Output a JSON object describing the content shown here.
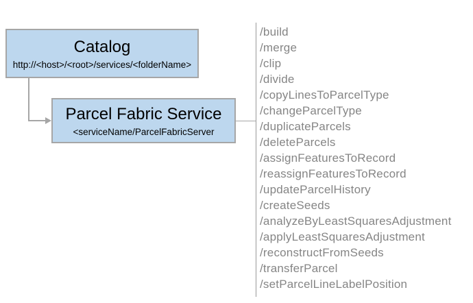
{
  "catalog_node": {
    "title": "Catalog",
    "subtitle": "http://<host>/<root>/services/<folderName>"
  },
  "service_node": {
    "title": "Parcel Fabric Service",
    "subtitle": "<serviceName/ParcelFabricServer"
  },
  "operations": [
    "/build",
    "/merge",
    "/clip",
    "/divide",
    "/copyLinesToParcelType",
    "/changeParcelType",
    "/duplicateParcels",
    "/deleteParcels",
    "/assignFeaturesToRecord",
    "/reassignFeaturesToRecord",
    "/updateParcelHistory",
    "/createSeeds",
    "/analyzeByLeastSquaresAdjustment",
    "/applyLeastSquaresAdjustment",
    "/reconstructFromSeeds",
    "/transferParcel",
    "/setParcelLineLabelPosition"
  ],
  "colors": {
    "node_fill": "#bdd7ee",
    "node_border": "#a6a6a6",
    "connector": "#a6a6a6",
    "divider": "#999999",
    "list_text": "#858585",
    "node_text": "#000000",
    "background": "#ffffff"
  }
}
